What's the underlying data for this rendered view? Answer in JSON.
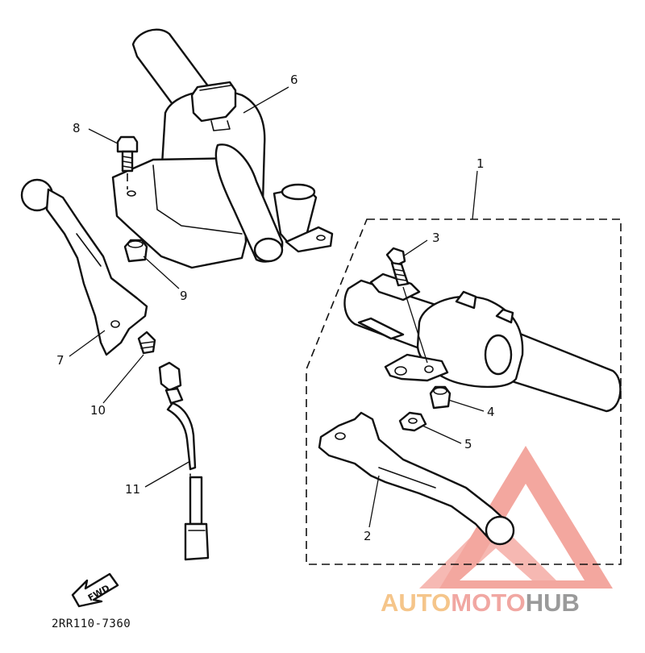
{
  "diagram": {
    "part_labels": [
      {
        "id": "1",
        "text": "1"
      },
      {
        "id": "2",
        "text": "2"
      },
      {
        "id": "3",
        "text": "3"
      },
      {
        "id": "4",
        "text": "4"
      },
      {
        "id": "5",
        "text": "5"
      },
      {
        "id": "6",
        "text": "6"
      },
      {
        "id": "7",
        "text": "7"
      },
      {
        "id": "8",
        "text": "8"
      },
      {
        "id": "9",
        "text": "9"
      },
      {
        "id": "10",
        "text": "10"
      },
      {
        "id": "11",
        "text": "11"
      }
    ],
    "fwd_arrow_text": "FWD",
    "drawing_code": "2RR110-7360"
  },
  "watermark": {
    "part1": "AUTO",
    "part2": "MOTO",
    "part3": "HUB",
    "colors": {
      "part1": "#f5c58a",
      "part2": "#f1a7a2",
      "part3": "#9a9a9a",
      "triangle": "#f08a80"
    }
  }
}
